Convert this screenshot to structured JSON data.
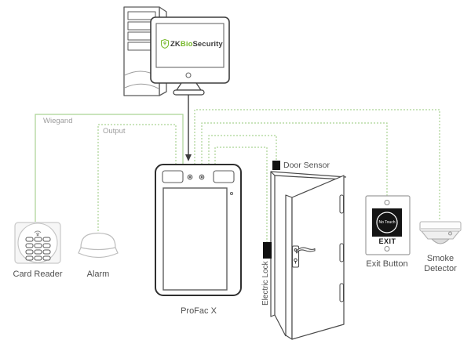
{
  "diagram": {
    "title_logo": {
      "zk": "ZK",
      "bio": "Bio",
      "security": "Security"
    },
    "labels": {
      "wiegand": "Wiegand",
      "output": "Output",
      "card_reader": "Card Reader",
      "alarm": "Alarm",
      "profac": "ProFac X",
      "door_sensor": "Door Sensor",
      "electric_lock": "Electric Lock",
      "exit_button": "Exit Button",
      "smoke_line1": "Smoke",
      "smoke_line2": "Detector",
      "no_touch": "No Touch",
      "exit": "EXIT"
    },
    "nodes": [
      "ZKBioSecurity Server",
      "ProFac X",
      "Card Reader",
      "Alarm",
      "Door Sensor",
      "Electric Lock",
      "Exit Button",
      "Smoke Detector"
    ],
    "connections": [
      {
        "from": "ZKBioSecurity Server",
        "to": "ProFac X",
        "style": "solid-arrow",
        "label": ""
      },
      {
        "from": "ProFac X",
        "to": "Card Reader",
        "style": "solid",
        "label": "Wiegand"
      },
      {
        "from": "ProFac X",
        "to": "Alarm",
        "style": "dotted",
        "label": "Output"
      },
      {
        "from": "ProFac X",
        "to": "Smoke Detector",
        "style": "dotted",
        "label": ""
      },
      {
        "from": "ProFac X",
        "to": "Exit Button",
        "style": "dotted",
        "label": ""
      },
      {
        "from": "ProFac X",
        "to": "Door Sensor",
        "style": "dotted",
        "label": ""
      },
      {
        "from": "ProFac X",
        "to": "Electric Lock",
        "style": "dotted",
        "label": ""
      }
    ],
    "colors": {
      "wire_green": "#abd394",
      "logo_green": "#76b82a",
      "outline_dark": "#3d3d3d",
      "outline_gray": "#bdbdbd",
      "label_gray": "#9d9d9d",
      "text_dark": "#4f4f4f"
    }
  }
}
